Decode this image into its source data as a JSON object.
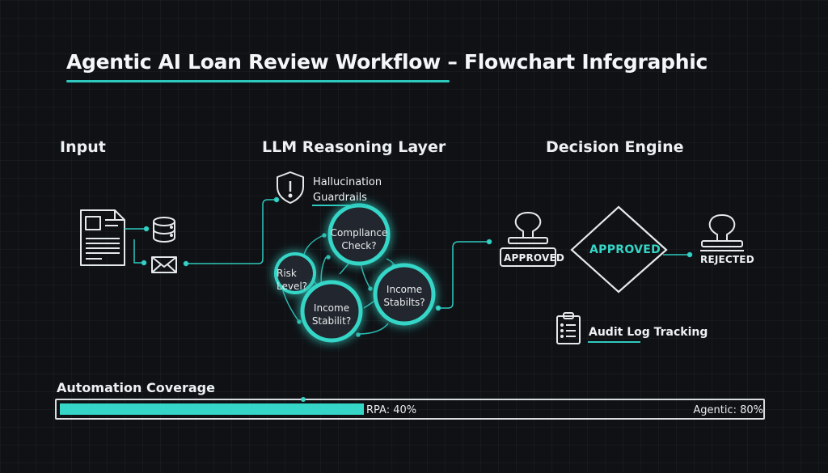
{
  "title": "Agentic AI Loan Review Workflow – Flowchart Infcgraphic",
  "colors": {
    "background": "#0f1115",
    "accent": "#35d6c7",
    "foreground": "#eef1f2"
  },
  "sections": {
    "input": {
      "heading": "Input",
      "icons": [
        "document-icon",
        "database-icon",
        "envelope-icon"
      ]
    },
    "llm": {
      "heading": "LLM Reasoning Layer",
      "guardrails": {
        "icon": "shield-alert-icon",
        "line1": "Hallucination",
        "line2": "Guardrails"
      },
      "nodes": [
        {
          "id": "compliance",
          "line1": "Compllance",
          "line2": "Check?"
        },
        {
          "id": "risk",
          "line1": "Risk",
          "line2": "Level?"
        },
        {
          "id": "income-a",
          "line1": "Income",
          "line2": "Stabilit?"
        },
        {
          "id": "income-b",
          "line1": "Income",
          "line2": "Stabilts?"
        }
      ]
    },
    "decision": {
      "heading": "Decision Engine",
      "approved_stamp": "APPROVED",
      "diamond": "APPROVED",
      "rejected_stamp": "REJECTED",
      "audit": {
        "icon": "clipboard-list-icon",
        "label": "Audit Log Tracking"
      }
    }
  },
  "coverage": {
    "title": "Automation Coverage",
    "rpa_label": "RPA: 40%",
    "rpa_value": 40,
    "agentic_label": "Agentic: 80%",
    "agentic_value": 80
  }
}
